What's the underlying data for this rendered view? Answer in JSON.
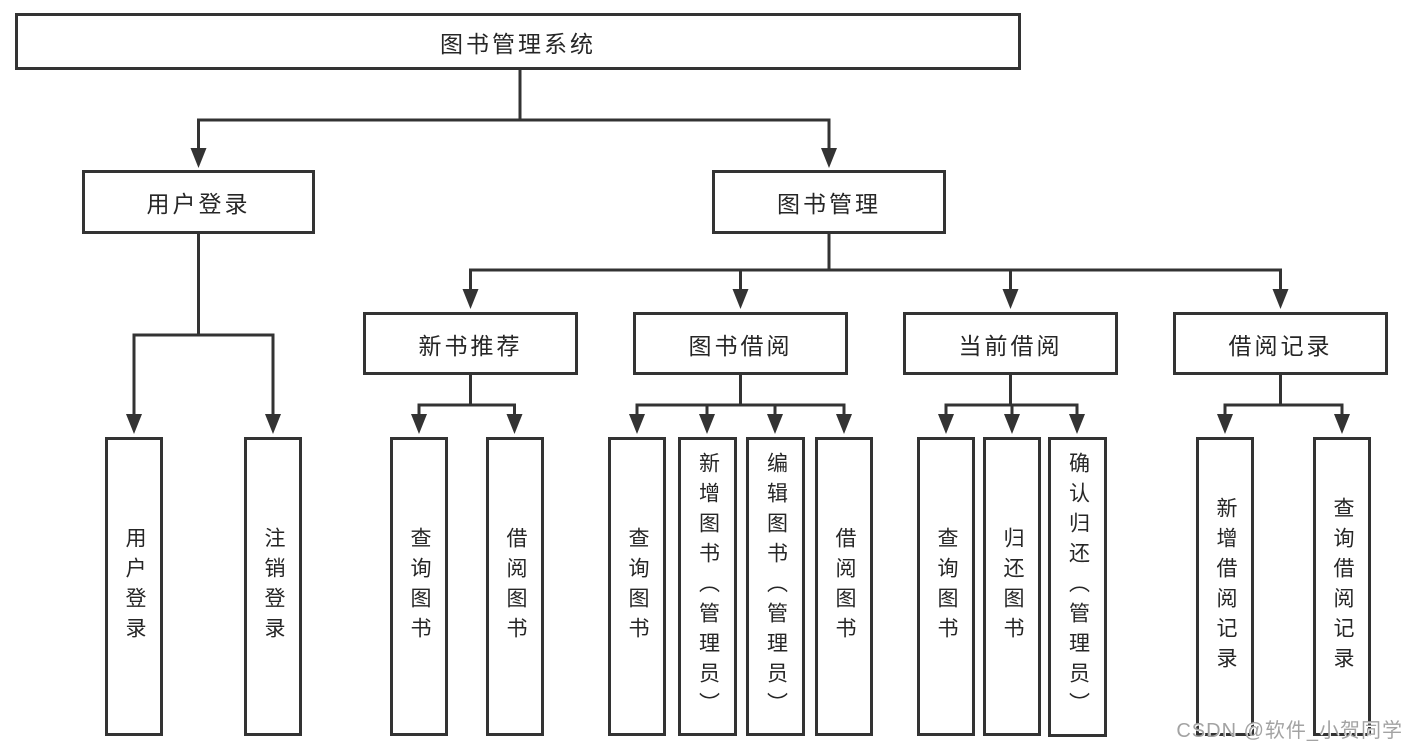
{
  "diagram": {
    "line_color": "#333333",
    "box_border_color": "#333333",
    "box_fill": "#ffffff",
    "text_color": "#262626",
    "root": {
      "label": "图书管理系统"
    },
    "branches": [
      {
        "label": "用户登录",
        "children": [
          {
            "label": "用户登录"
          },
          {
            "label": "注销登录"
          }
        ]
      },
      {
        "label": "图书管理",
        "children": [
          {
            "label": "新书推荐",
            "children": [
              {
                "label": "查询图书"
              },
              {
                "label": "借阅图书"
              }
            ]
          },
          {
            "label": "图书借阅",
            "children": [
              {
                "label": "查询图书"
              },
              {
                "label": "新增图书（管理员）"
              },
              {
                "label": "编辑图书（管理员）"
              },
              {
                "label": "借阅图书"
              }
            ]
          },
          {
            "label": "当前借阅",
            "children": [
              {
                "label": "查询图书"
              },
              {
                "label": "归还图书"
              },
              {
                "label": "确认归还（管理员）"
              }
            ]
          },
          {
            "label": "借阅记录",
            "children": [
              {
                "label": "新增借阅记录"
              },
              {
                "label": "查询借阅记录"
              }
            ]
          }
        ]
      }
    ]
  },
  "watermark": {
    "text": "CSDN @软件_小贺同学",
    "color": "#a3a3a3"
  }
}
